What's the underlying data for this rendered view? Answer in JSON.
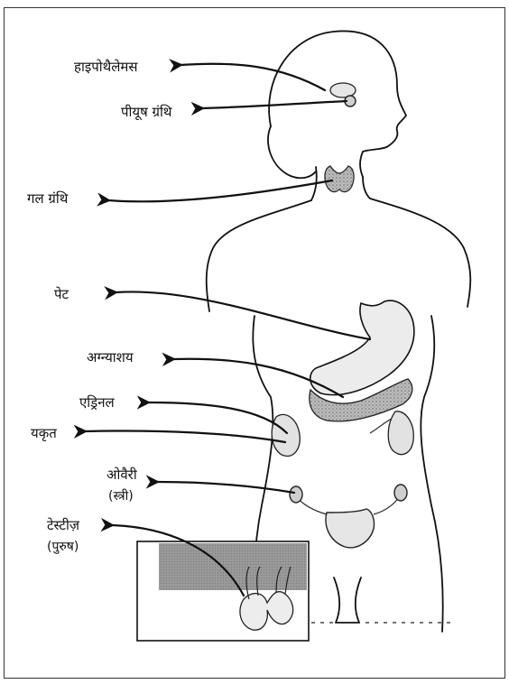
{
  "labels": {
    "hypothalamus": "हाइपोथैलेमस",
    "pituitary": "पीयूष ग्रंथि",
    "thyroid": "गल ग्रंथि",
    "stomach": "पेट",
    "pancreas": "अग्न्याशय",
    "adrenal": "एड्रिनल",
    "liver": "यकृत",
    "ovary_line1": "ओवैरी",
    "ovary_line2": "(स्त्री)",
    "testes_line1": "टेस्टीज़",
    "testes_line2": "(पुरुष)"
  },
  "colors": {
    "ink": "#111111",
    "organ_fill": "#cfcfcf",
    "inset_shade": "#9a9a9a"
  }
}
